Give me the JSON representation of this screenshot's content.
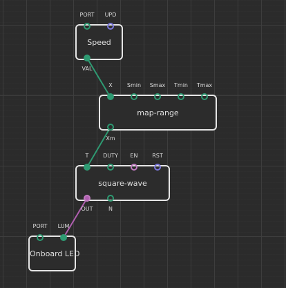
{
  "colors": {
    "background": "#2b2b2b",
    "node_border": "#e6e6e6",
    "pin_number": "#2e9a72",
    "pin_pulse": "#7b78dd",
    "pin_boolean": "#b05fb0",
    "link_number": "#2e9a72",
    "link_boolean": "#b05fb0"
  },
  "nodes": {
    "speed": {
      "title": "Speed",
      "pins": {
        "port": "PORT",
        "upd": "UPD",
        "val": "VAL"
      }
    },
    "map_range": {
      "title": "map-range",
      "pins": {
        "x": "X",
        "smin": "Smin",
        "smax": "Smax",
        "tmin": "Tmin",
        "tmax": "Tmax",
        "xm": "Xm"
      }
    },
    "square_wave": {
      "title": "square-wave",
      "pins": {
        "t": "T",
        "duty": "DUTY",
        "en": "EN",
        "rst": "RST",
        "out": "OUT",
        "n": "N"
      }
    },
    "onboard_led": {
      "title": "Onboard LED",
      "pins": {
        "port": "PORT",
        "lum": "LUM"
      }
    }
  },
  "links": [
    {
      "from": "speed.VAL",
      "to": "map-range.X",
      "kind": "number"
    },
    {
      "from": "map-range.Xm",
      "to": "square-wave.T",
      "kind": "number"
    },
    {
      "from": "square-wave.OUT",
      "to": "onboard-led.LUM",
      "kind": "boolean"
    }
  ]
}
